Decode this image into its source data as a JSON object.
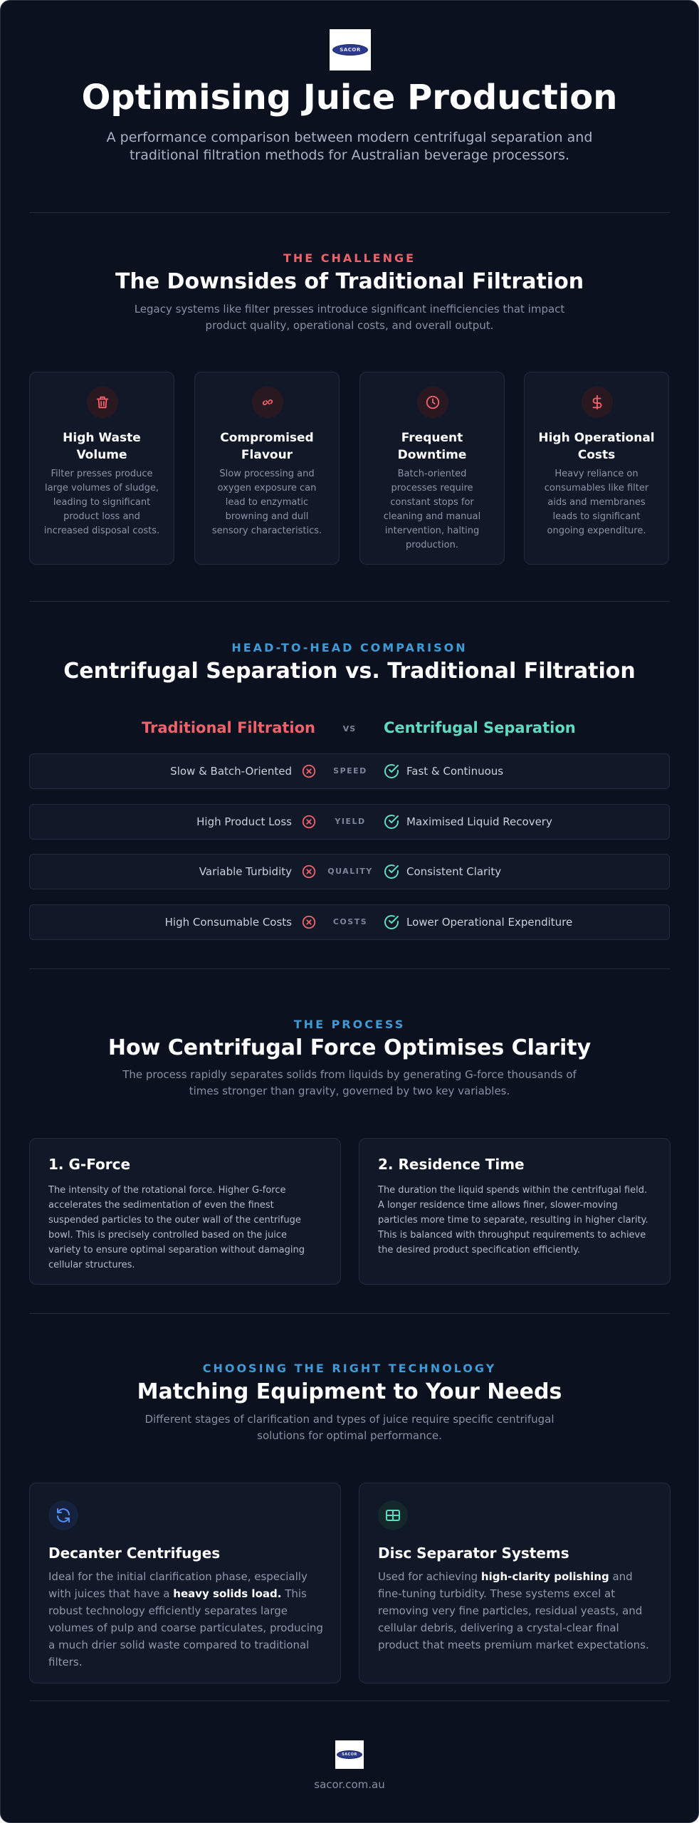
{
  "header": {
    "logo_text": "SACOR",
    "title": "Optimising Juice Production",
    "subtitle_line1": "A performance comparison between modern centrifugal separation and",
    "subtitle_line2": "traditional filtration methods for Australian beverage processors."
  },
  "challenge": {
    "kicker": "THE CHALLENGE",
    "heading": "The Downsides of Traditional Filtration",
    "desc_line1": "Legacy systems like filter presses introduce significant inefficiencies that impact",
    "desc_line2": "product quality, operational costs, and overall output.",
    "cards": [
      {
        "icon": "trash-icon",
        "title_line1": "High Waste",
        "title_line2": "Volume",
        "text": [
          "Filter presses produce",
          "large volumes of sludge,",
          "leading to significant",
          "product loss and",
          "increased disposal costs."
        ]
      },
      {
        "icon": "unlink-icon",
        "title_line1": "Compromised",
        "title_line2": "Flavour",
        "text": [
          "Slow processing and",
          "oxygen exposure can",
          "lead to enzymatic",
          "browning and dull",
          "sensory characteristics."
        ]
      },
      {
        "icon": "clock-icon",
        "title_line1": "Frequent",
        "title_line2": "Downtime",
        "text": [
          "Batch-oriented",
          "processes require",
          "constant stops for",
          "cleaning and manual",
          "intervention, halting",
          "production."
        ]
      },
      {
        "icon": "dollar-icon",
        "title_line1": "High Operational",
        "title_line2": "Costs",
        "text": [
          "Heavy reliance on",
          "consumables like filter",
          "aids and membranes",
          "leads to significant",
          "ongoing expenditure."
        ]
      }
    ]
  },
  "comparison": {
    "kicker": "HEAD-TO-HEAD COMPARISON",
    "heading": "Centrifugal Separation vs. Traditional Filtration",
    "left_header": "Traditional Filtration",
    "vs_label": "VS",
    "right_header": "Centrifugal Separation",
    "rows": [
      {
        "metric": "SPEED",
        "left": "Slow & Batch-Oriented",
        "right": "Fast & Continuous"
      },
      {
        "metric": "YIELD",
        "left": "High Product Loss",
        "right": "Maximised Liquid Recovery"
      },
      {
        "metric": "QUALITY",
        "left": "Variable Turbidity",
        "right": "Consistent Clarity"
      },
      {
        "metric": "COSTS",
        "left": "High Consumable Costs",
        "right": "Lower Operational Expenditure"
      }
    ]
  },
  "process": {
    "kicker": "THE PROCESS",
    "heading": "How Centrifugal Force Optimises Clarity",
    "desc_line1": "The process rapidly separates solids from liquids by generating G-force thousands of",
    "desc_line2": "times stronger than gravity, governed by two key variables.",
    "cards": [
      {
        "title": "1. G-Force",
        "text": [
          "The intensity of the rotational force. Higher G-force",
          "accelerates the sedimentation of even the finest",
          "suspended particles to the outer wall of the centrifuge",
          "bowl. This is precisely controlled based on the juice",
          "variety to ensure optimal separation without damaging",
          "cellular structures."
        ]
      },
      {
        "title": "2. Residence Time",
        "text": [
          "The duration the liquid spends within the centrifugal field.",
          "A longer residence time allows finer, slower-moving",
          "particles more time to separate, resulting in higher clarity.",
          "This is balanced with throughput requirements to achieve",
          "the desired product specification efficiently."
        ]
      }
    ]
  },
  "technology": {
    "kicker": "CHOOSING THE RIGHT TECHNOLOGY",
    "heading": "Matching Equipment to Your Needs",
    "desc_line1": "Different stages of clarification and types of juice require specific centrifugal",
    "desc_line2": "solutions for optimal performance.",
    "decanter": {
      "icon": "refresh-icon",
      "title": "Decanter Centrifuges",
      "l1": "Ideal for the initial clarification phase, especially",
      "l2a": "with juices that have a ",
      "l2b": "heavy solids load.",
      "l2c": " This",
      "l3": "robust technology efficiently separates large",
      "l4": "volumes of pulp and coarse particulates, producing",
      "l5": "a much drier solid waste compared to traditional",
      "l6": "filters."
    },
    "disc": {
      "icon": "table-icon",
      "title": "Disc Separator Systems",
      "l1a": "Used for achieving ",
      "l1b": "high-clarity polishing",
      "l1c": " and",
      "l2": "fine-tuning turbidity. These systems excel at",
      "l3": "removing very fine particles, residual yeasts, and",
      "l4": "cellular debris, delivering a crystal-clear final",
      "l5": "product that meets premium market expectations."
    }
  },
  "footer": {
    "logo_text": "SACOR",
    "url": "sacor.com.au"
  },
  "colors": {
    "background": "#0b111e",
    "card": "#111827",
    "red_accent": "#f0626a",
    "teal_accent": "#5fdcc0",
    "blue_accent": "#3e9bd6"
  }
}
